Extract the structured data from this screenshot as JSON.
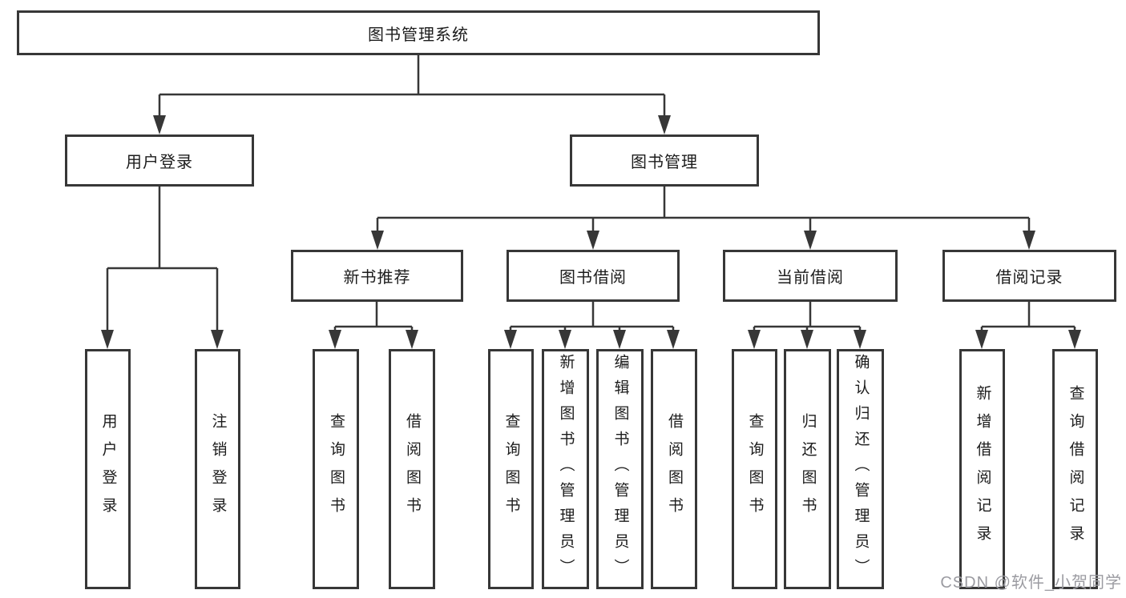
{
  "colors": {
    "line": "#373737",
    "text": "#1c1c1c",
    "watermark": "#9b9ba1"
  },
  "root": {
    "label": "图书管理系统"
  },
  "level2": [
    {
      "id": "user-login",
      "label": "用户登录"
    },
    {
      "id": "book-management",
      "label": "图书管理"
    }
  ],
  "level3": [
    {
      "id": "new-book-recommend",
      "label": "新书推荐"
    },
    {
      "id": "book-borrowing",
      "label": "图书借阅"
    },
    {
      "id": "current-borrowing",
      "label": "当前借阅"
    },
    {
      "id": "borrowing-records",
      "label": "借阅记录"
    }
  ],
  "leaves": [
    {
      "id": "user-login",
      "label": "用户登录"
    },
    {
      "id": "logout",
      "label": "注销登录"
    },
    {
      "id": "query-books-1",
      "label": "查询图书"
    },
    {
      "id": "borrow-books-1",
      "label": "借阅图书"
    },
    {
      "id": "query-books-2",
      "label": "查询图书"
    },
    {
      "id": "add-books-admin",
      "label": "新增图书（管理员）"
    },
    {
      "id": "edit-books-admin",
      "label": "编辑图书（管理员）"
    },
    {
      "id": "borrow-books-2",
      "label": "借阅图书"
    },
    {
      "id": "query-books-3",
      "label": "查询图书"
    },
    {
      "id": "return-books",
      "label": "归还图书"
    },
    {
      "id": "confirm-return-admin",
      "label": "确认归还（管理员）"
    },
    {
      "id": "add-borrow-record",
      "label": "新增借阅记录"
    },
    {
      "id": "query-borrow-record",
      "label": "查询借阅记录"
    }
  ],
  "watermark": {
    "text": "CSDN @软件_小贺同学"
  }
}
